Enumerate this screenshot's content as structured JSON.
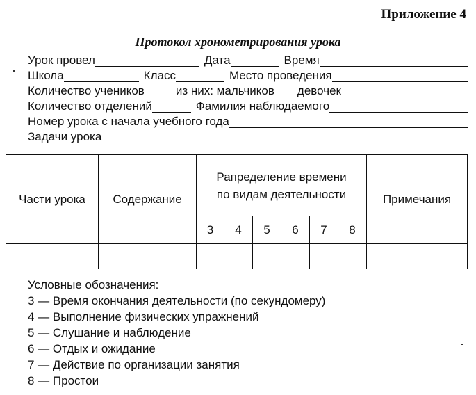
{
  "appendix": "Приложение 4",
  "title": "Протокол хронометрирования урока",
  "fields": {
    "row1": [
      "Урок провел",
      "Дата",
      "Время"
    ],
    "row2": [
      "Школа",
      "Класс",
      "Место проведения"
    ],
    "row3": [
      "Количество учеников",
      "из них: мальчиков",
      "девочек"
    ],
    "row4": [
      "Количество отделений",
      "Фамилия наблюдаемого"
    ],
    "row5": [
      "Номер урока с начала учебного года"
    ],
    "row6": [
      "Задачи урока"
    ]
  },
  "table": {
    "col_parts": "Части урока",
    "col_content": "Содержание",
    "col_distribution_line1": "Рапределение времени",
    "col_distribution_line2": "по видам деятельности",
    "activity_numbers": [
      "3",
      "4",
      "5",
      "6",
      "7",
      "8"
    ],
    "col_notes": "Примечания"
  },
  "legend": {
    "heading": "Условные обозначения:",
    "items": [
      "3 — Время окончания деятельности (по секундомеру)",
      "4 — Выполнение физических упражнений",
      "5 — Слушание и наблюдение",
      "6 — Отдых и ожидание",
      "7 — Действие по организации занятия",
      "8 — Простои"
    ]
  }
}
